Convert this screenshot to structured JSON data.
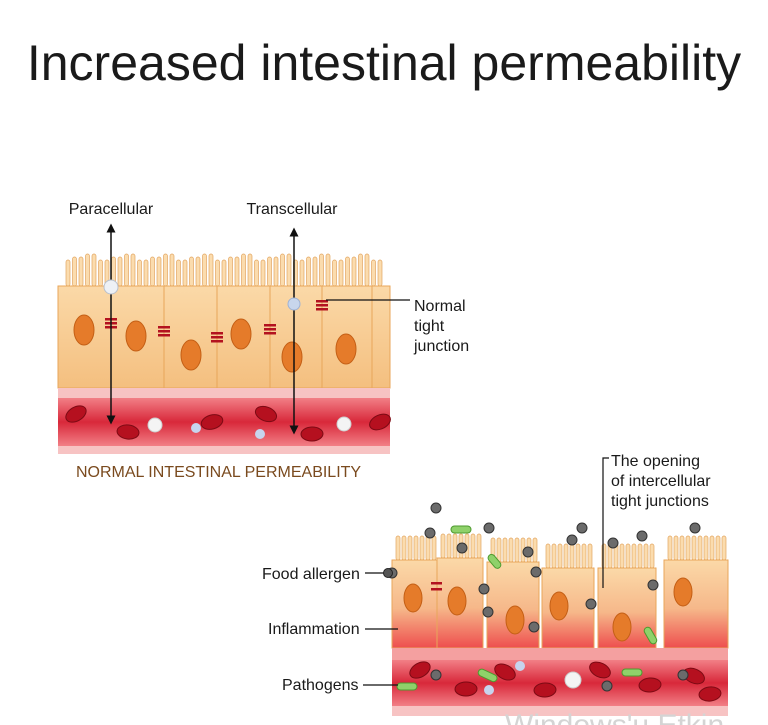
{
  "title": "Increased intestinal permeability",
  "normal": {
    "label_paracellular": "Paracellular",
    "label_transcellular": "Transcellular",
    "label_junction_1": "Normal",
    "label_junction_2": "tight",
    "label_junction_3": "junction",
    "caption": "NORMAL INTESTINAL PERMEABILITY"
  },
  "leaky": {
    "label_opening_1": "The opening",
    "label_opening_2": "of intercellular",
    "label_opening_3": "tight junctions",
    "label_food_allergen": "Food allergen",
    "label_inflammation": "Inflammation",
    "label_pathogens": "Pathogens"
  },
  "watermark": "Windows'u Etkin",
  "colors": {
    "cell": "#f7c98d",
    "cell_edge": "#e8a65a",
    "nucleus": "#e57b2a",
    "vessel": "#d8283a",
    "rbc": "#b5101f",
    "inflamed": "#ec5a5a"
  }
}
